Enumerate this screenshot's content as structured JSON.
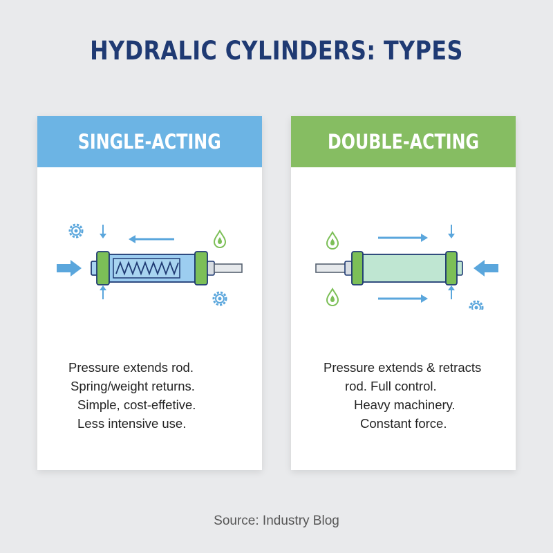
{
  "title": "HYDRALIC CYLINDERS: TYPES",
  "cards": [
    {
      "heading": "SINGLE-ACTING",
      "color": "#6cb4e4",
      "lines": [
        "Pressure extends rod.",
        "Spring/weight returns.",
        "Simple, cost-effetive.",
        "Less intensive use."
      ]
    },
    {
      "heading": "DOUBLE-ACTING",
      "color": "#86bd62",
      "lines": [
        "Pressure extends & retracts",
        "rod. Full control.",
        "Heavy machinery.",
        "Constant force."
      ]
    }
  ],
  "source": "Source: Industry Blog"
}
